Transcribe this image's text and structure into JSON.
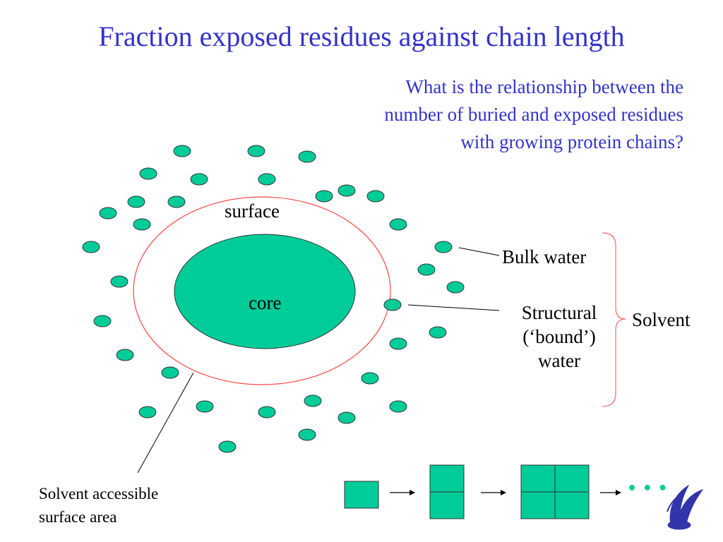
{
  "slide": {
    "title": "Fraction exposed residues against chain length",
    "question": "What is the relationship between the number of buried and exposed residues with growing protein chains?"
  },
  "diagram": {
    "surface_label": "surface",
    "core_label": "core",
    "bulk_water_label": "Bulk water",
    "structural_water_label_line1": "Structural",
    "structural_water_label_line2": "(‘bound’)",
    "structural_water_label_line3": "water",
    "solvent_label": "Solvent",
    "sasa_label_line1": "Solvent accessible",
    "sasa_label_line2": "surface area",
    "ellipsis": "• • •",
    "colors": {
      "teal": "#00cc99",
      "surface_outline": "#ff4444",
      "brace": "#ff6666",
      "title": "#3333cc"
    }
  }
}
